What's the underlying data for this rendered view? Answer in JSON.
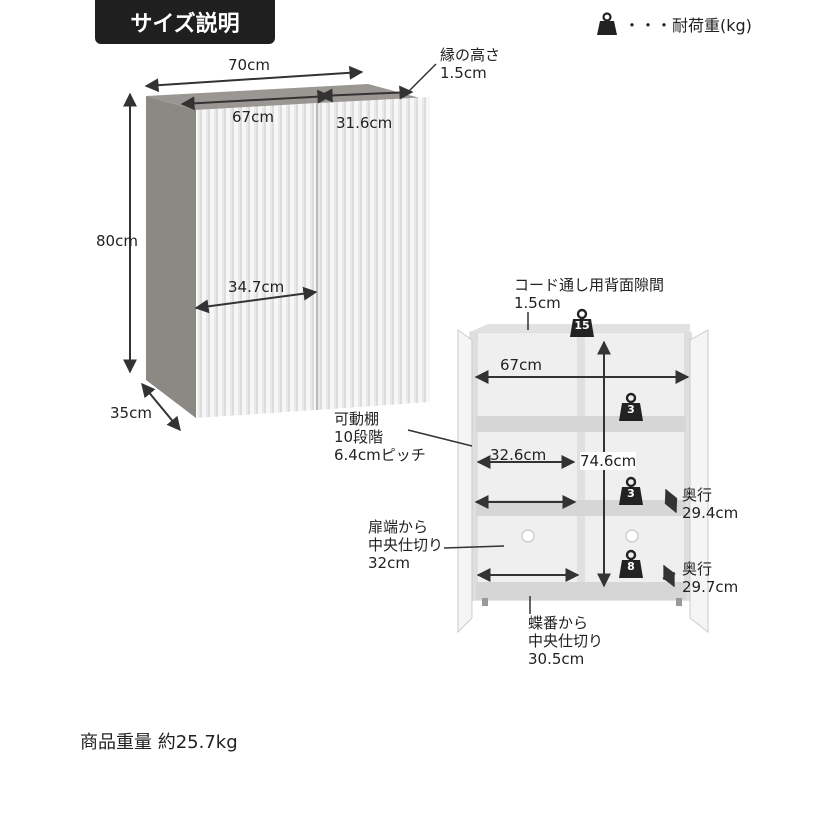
{
  "header": {
    "title": "サイズ説明"
  },
  "legend": {
    "text": "・・・耐荷重(kg)",
    "icon": "weight-icon"
  },
  "closed_view": {
    "width": "70cm",
    "inner_width": "67cm",
    "door_width": "31.6cm",
    "handle_width": "34.7cm",
    "height": "80cm",
    "depth": "35cm",
    "edge_height_label": "縁の高さ\n1.5cm"
  },
  "open_view": {
    "cord_gap": "コード通し用背面隙間\n1.5cm",
    "inner_width": "67cm",
    "shelf_width": "32.6cm",
    "inner_height": "74.6cm",
    "shelf_note": "可動棚\n10段階\n6.4cmピッチ",
    "door_to_divider": "扉端から\n中央仕切り\n32cm",
    "hinge_to_divider": "蝶番から\n中央仕切り\n30.5cm",
    "depth_upper": "奥行\n29.4cm",
    "depth_lower": "奥行\n29.7cm",
    "load_top": "15",
    "load_shelf1": "3",
    "load_shelf2": "3",
    "load_bottom": "8"
  },
  "footer": {
    "weight": "商品重量 約25.7kg"
  }
}
